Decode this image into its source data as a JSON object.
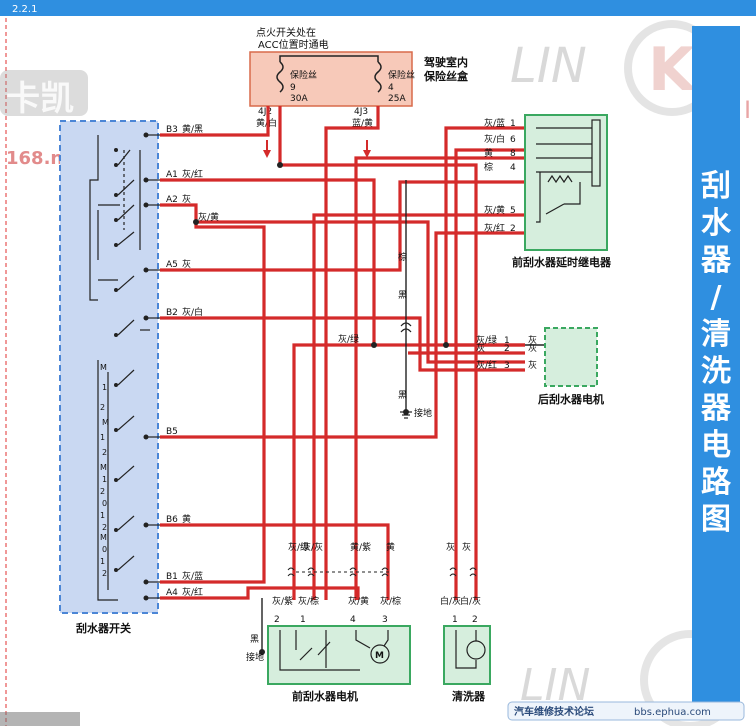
{
  "header": {
    "corner_text": "2.2.1"
  },
  "watermark": {
    "brand_text": "LIN",
    "brand_mark": "K",
    "left_text": "卡凯",
    "left_url": "168.net",
    "right_letter": "I"
  },
  "fuse_box": {
    "note_line1": "点火开关处在",
    "note_line2": "ACC位置时通电",
    "label_line1": "驾驶室内",
    "label_line2": "保险丝盒",
    "fuse_a": {
      "name": "保险丝",
      "number": "9",
      "rating": "30A"
    },
    "fuse_b": {
      "name": "保险丝",
      "number": "4",
      "rating": "25A"
    },
    "conn_a": {
      "pin": "4J2",
      "color": "黄/白"
    },
    "conn_b": {
      "pin": "4J3",
      "color": "蓝/黄"
    }
  },
  "switch": {
    "label": "刮水器开关",
    "pins": [
      {
        "pin": "B3",
        "color": "黄/黑"
      },
      {
        "pin": "A1",
        "color": "灰/红"
      },
      {
        "pin": "A2",
        "color": "灰"
      },
      {
        "pin": "A5",
        "color": "灰"
      },
      {
        "pin": "B2",
        "color": "灰/白"
      },
      {
        "pin": "B5",
        "color": ""
      },
      {
        "pin": "B6",
        "color": "黄"
      },
      {
        "pin": "B1",
        "color": "灰/蓝"
      },
      {
        "pin": "A4",
        "color": "灰/红"
      }
    ],
    "position_marks": [
      "M",
      "1",
      "2",
      "M",
      "1",
      "2",
      "M",
      "1",
      "2",
      "0",
      "1",
      "2",
      "M",
      "0",
      "1",
      "2"
    ]
  },
  "relay": {
    "label": "前刮水器延时继电器",
    "pins": [
      {
        "color": "灰/蓝",
        "pin": "1"
      },
      {
        "color": "灰/白",
        "pin": "6"
      },
      {
        "color": "黄",
        "pin": "8"
      },
      {
        "color": "棕",
        "pin": "4"
      },
      {
        "color": "灰/黄",
        "pin": "5"
      },
      {
        "color": "灰/红",
        "pin": "2"
      }
    ]
  },
  "rear_motor": {
    "label": "后刮水器电机",
    "wires": [
      {
        "color": "灰/绿",
        "pin": "1"
      },
      {
        "color": "灰",
        "pin": "2"
      },
      {
        "color": "灰/红",
        "pin": "3"
      }
    ],
    "side_color": "灰"
  },
  "mid_labels": {
    "grey_yellow": "灰/黄",
    "grey_green": "灰/绿",
    "brown": "棕",
    "black": "黑",
    "ground": "接地"
  },
  "front_motor": {
    "label": "前刮水器电机",
    "ground_color": "黑",
    "ground": "接地",
    "upper_wires": [
      "灰/绿",
      "灰/灰",
      "黄/紫",
      "黄"
    ],
    "lower_wires": [
      {
        "pin": "2",
        "color": "灰/紫"
      },
      {
        "pin": "1",
        "color": "灰/棕"
      },
      {
        "pin": "4",
        "color": "灰/黄"
      },
      {
        "pin": "3",
        "color": "灰/棕"
      }
    ]
  },
  "washer": {
    "label": "清洗器",
    "upper_wires": [
      "灰",
      "灰"
    ],
    "lower_wires": [
      {
        "pin": "1",
        "color": "白/灰"
      },
      {
        "pin": "2",
        "color": "白/灰"
      }
    ]
  },
  "side_banner": {
    "title_chars": [
      "刮",
      "水",
      "器",
      "/",
      "清",
      "洗",
      "器",
      "电",
      "路",
      "图"
    ]
  },
  "footer": {
    "forum_text": "汽车维修技术论坛",
    "site_url": "bbs.ephua.com"
  },
  "colors": {
    "wire": "#d42a2a",
    "switch_fill": "#c9d8f2",
    "switch_border": "#4b86d6",
    "relay_fill": "#d6eedd",
    "relay_border": "#3aa860",
    "fuse_fill": "#f7c9b9",
    "fuse_border": "#d86a4a",
    "banner": "#2f8fe0"
  }
}
